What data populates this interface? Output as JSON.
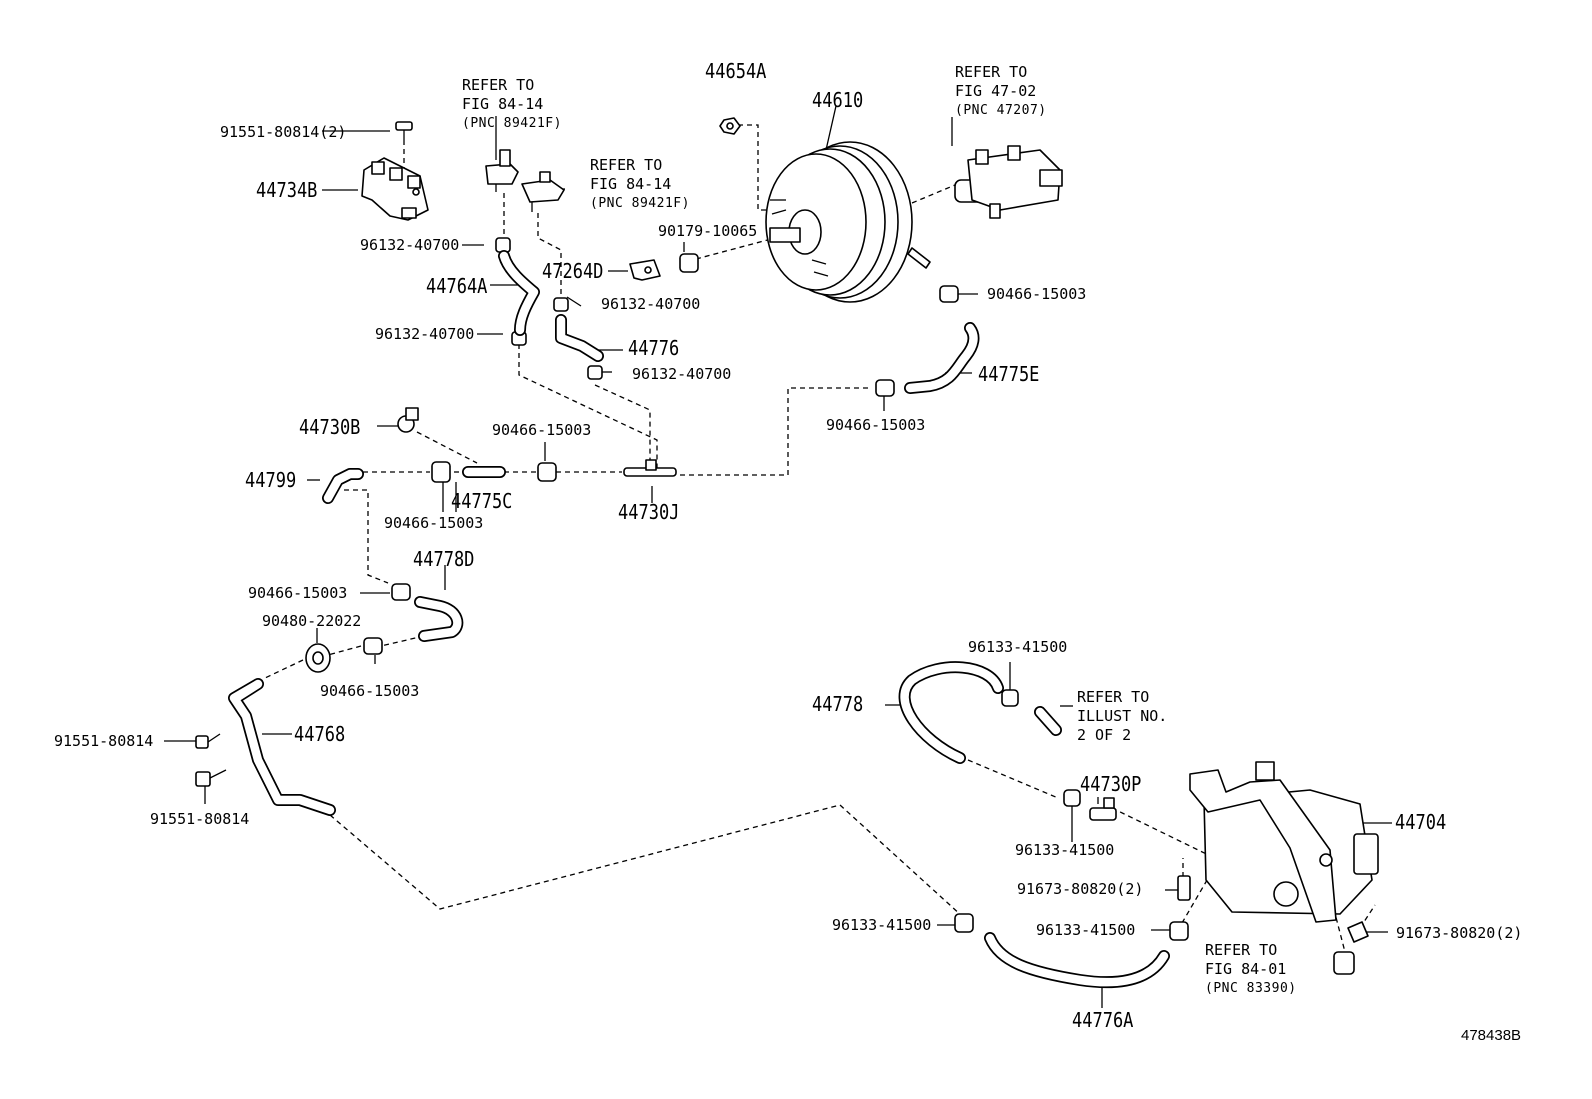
{
  "labels": {
    "p44654A": "44654A",
    "p44610": "44610",
    "p91551_80814_2": "91551-80814(2)",
    "p44734B": "44734B",
    "p96132_40700_a": "96132-40700",
    "p44764A": "44764A",
    "p96132_40700_b": "96132-40700",
    "p47264D": "47264D",
    "p96132_40700_c": "96132-40700",
    "p44776": "44776",
    "p96132_40700_d": "96132-40700",
    "p90179_10065": "90179-10065",
    "p90466_15003_a": "90466-15003",
    "p44775E": "44775E",
    "p90466_15003_b": "90466-15003",
    "p44730B": "44730B",
    "p90466_15003_c": "90466-15003",
    "p44799": "44799",
    "p44775C": "44775C",
    "p44730J": "44730J",
    "p90466_15003_d": "90466-15003",
    "p44778D": "44778D",
    "p90466_15003_e": "90466-15003",
    "p90480_22022": "90480-22022",
    "p90466_15003_f": "90466-15003",
    "p91551_80814_a": "91551-80814",
    "p44768": "44768",
    "p91551_80814_b": "91551-80814",
    "p96133_41500_a": "96133-41500",
    "p44778": "44778",
    "p44730P": "44730P",
    "p96133_41500_b": "96133-41500",
    "p44704": "44704",
    "p91673_80820_2_a": "91673-80820(2)",
    "p96133_41500_c": "96133-41500",
    "p96133_41500_d": "96133-41500",
    "p91673_80820_2_b": "91673-80820(2)",
    "p44776A": "44776A"
  },
  "refs": {
    "r1": {
      "l1": "REFER TO",
      "l2": "FIG 84-14",
      "l3": "(PNC 89421F)"
    },
    "r2": {
      "l1": "REFER TO",
      "l2": "FIG 84-14",
      "l3": "(PNC 89421F)"
    },
    "r3": {
      "l1": "REFER TO",
      "l2": "FIG 47-02",
      "l3": "(PNC 47207)"
    },
    "r4": {
      "l1": "REFER TO",
      "l2": "ILLUST NO.",
      "l3": "2 OF 2"
    },
    "r5": {
      "l1": "REFER TO",
      "l2": "FIG 84-01",
      "l3": "(PNC 83390)"
    }
  },
  "illustration_id": "478438B"
}
